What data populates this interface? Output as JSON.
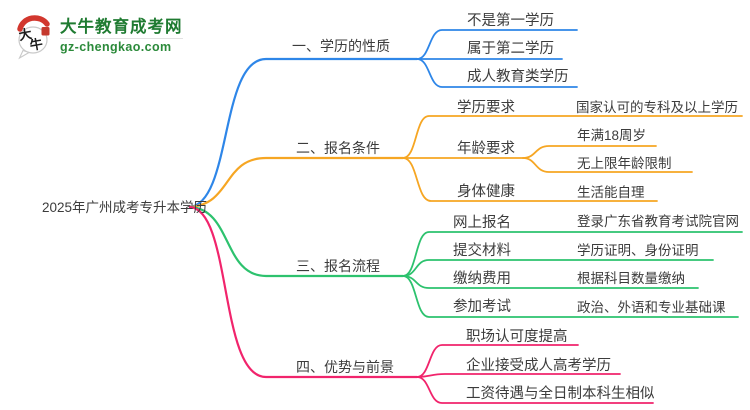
{
  "site": {
    "name": "大牛教育成考网",
    "domain": "gz-chengkao.com",
    "logo_glyph_top": "大",
    "logo_glyph_bottom": "牛",
    "brand_green": "#1f7b31",
    "logo_red": "#d2372e"
  },
  "root": {
    "label": "2025年广州成考专升本学历"
  },
  "text_color": "#3c3c3c",
  "branches": [
    {
      "label": "一、学历的性质",
      "color": "#2e86e8",
      "children": [
        {
          "label": "不是第一学历"
        },
        {
          "label": "属于第二学历"
        },
        {
          "label": "成人教育类学历"
        }
      ]
    },
    {
      "label": "二、报名条件",
      "color": "#f6a623",
      "children": [
        {
          "label": "学历要求",
          "children": [
            {
              "label": "国家认可的专科及以上学历"
            }
          ]
        },
        {
          "label": "年龄要求",
          "children": [
            {
              "label": "年满18周岁"
            },
            {
              "label": "无上限年龄限制"
            }
          ]
        },
        {
          "label": "身体健康",
          "children": [
            {
              "label": "生活能自理"
            }
          ]
        }
      ]
    },
    {
      "label": "三、报名流程",
      "color": "#2dc26e",
      "children": [
        {
          "label": "网上报名",
          "children": [
            {
              "label": "登录广东省教育考试院官网"
            }
          ]
        },
        {
          "label": "提交材料",
          "children": [
            {
              "label": "学历证明、身份证明"
            }
          ]
        },
        {
          "label": "缴纳费用",
          "children": [
            {
              "label": "根据科目数量缴纳"
            }
          ]
        },
        {
          "label": "参加考试",
          "children": [
            {
              "label": "政治、外语和专业基础课"
            }
          ]
        }
      ]
    },
    {
      "label": "四、优势与前景",
      "color": "#f1246c",
      "children": [
        {
          "label": "职场认可度提高"
        },
        {
          "label": "企业接受成人高考学历"
        },
        {
          "label": "工资待遇与全日制本科生相似"
        }
      ]
    }
  ]
}
